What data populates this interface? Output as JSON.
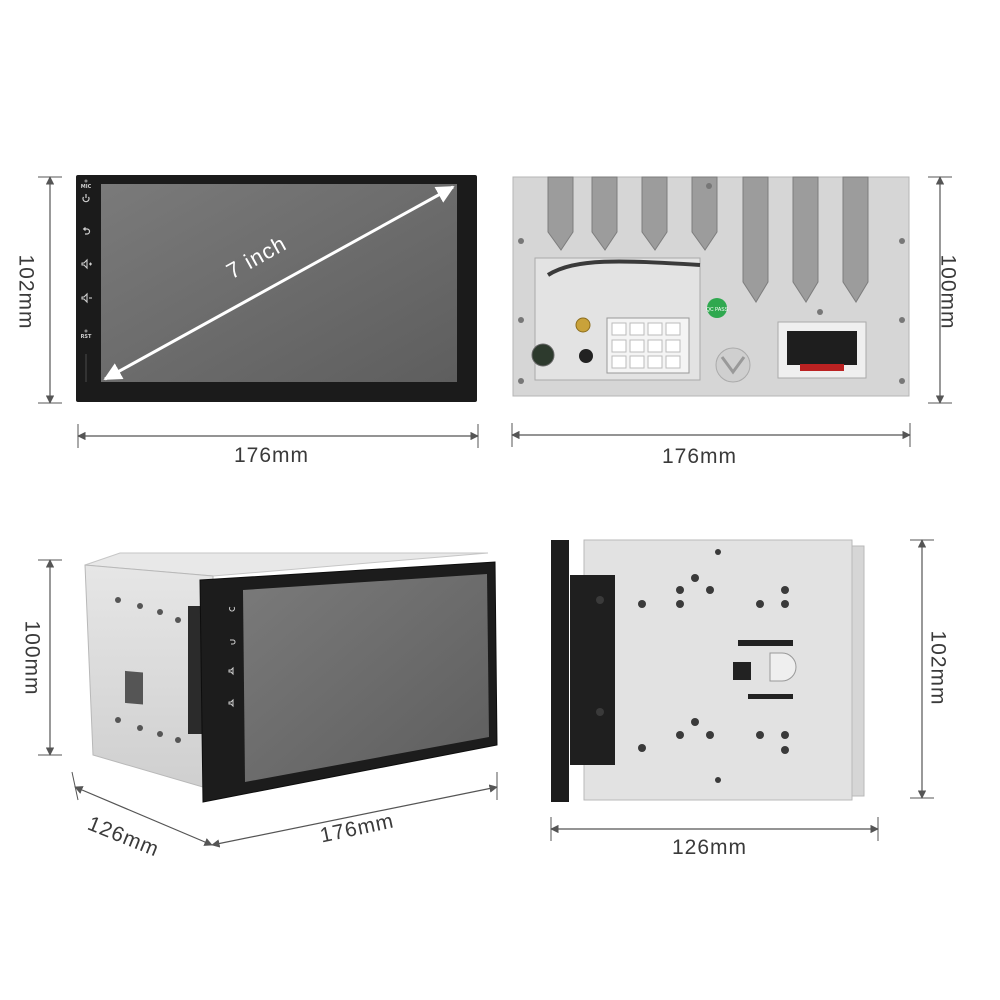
{
  "front_view": {
    "diagonal_label": "7 inch",
    "button_labels": {
      "mic": "MIC",
      "rst": "RST"
    },
    "width_label": "176mm",
    "height_label": "102mm"
  },
  "rear_view": {
    "width_label": "176mm",
    "height_label": "100mm",
    "qc_sticker": "QC PASS"
  },
  "perspective_view": {
    "height_label": "100mm",
    "depth_label": "126mm",
    "width_label": "176mm"
  },
  "side_view": {
    "depth_label": "126mm",
    "height_label": "102mm"
  },
  "colors": {
    "screen": "#6b6b6b",
    "bezel": "#1a1a1a",
    "chassis": "#dcdcdc",
    "dimension_line": "#555555"
  },
  "icons": [
    "power-icon",
    "back-icon",
    "volume-up-icon",
    "volume-down-icon"
  ]
}
